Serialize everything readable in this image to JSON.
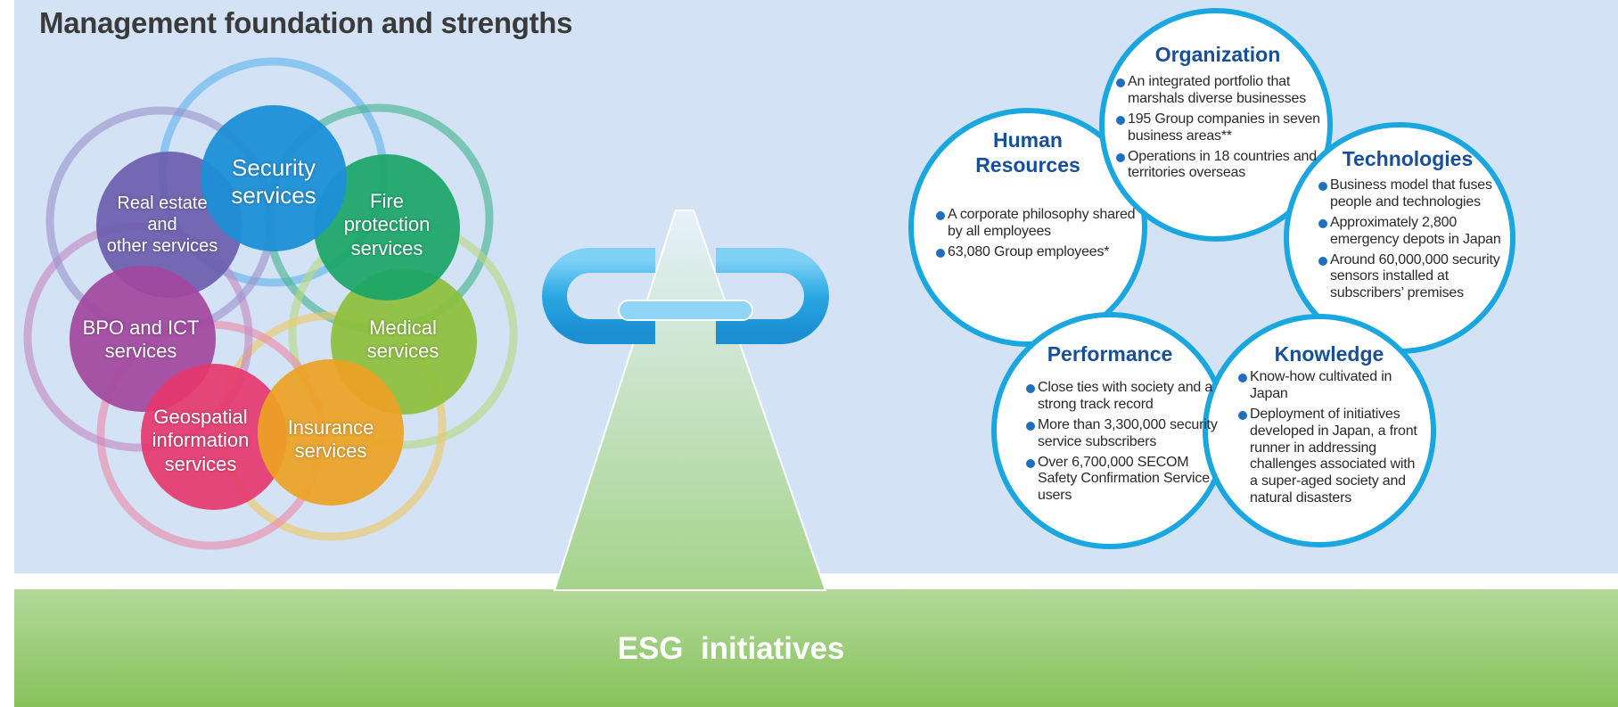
{
  "title": "Management foundation and strengths",
  "esg_label": "ESG  initiatives",
  "colors": {
    "panel_bg": "#d3e2f4",
    "pillar_border": "#1aa7e0",
    "pillar_title": "#164f9b",
    "bullet": "#1f6fbf",
    "esg_band": "#86c25a"
  },
  "services": [
    {
      "id": "security",
      "label": "Security\nservices",
      "color": "#1c8fd6"
    },
    {
      "id": "fire-protection",
      "label": "Fire\nprotection\nservices",
      "color": "#1aa567"
    },
    {
      "id": "medical",
      "label": "Medical\nservices",
      "color": "#8cbf3a"
    },
    {
      "id": "insurance",
      "label": "Insurance\nservices",
      "color": "#eda223"
    },
    {
      "id": "geospatial",
      "label": "Geospatial\ninformation\nservices",
      "color": "#e6386e"
    },
    {
      "id": "bpo-ict",
      "label": "BPO and ICT\nservices",
      "color": "#a2479e"
    },
    {
      "id": "real-estate",
      "label": "Real estate\nand\nother services",
      "color": "#6b5cad"
    }
  ],
  "pillars": [
    {
      "id": "organization",
      "title": "Organization",
      "items": [
        "An integrated portfolio that marshals diverse businesses",
        "195 Group companies in seven business areas**",
        "Operations in 18 countries and territories overseas"
      ]
    },
    {
      "id": "human-resources",
      "title": "Human\nResources",
      "items": [
        "A corporate philosophy shared by all employees",
        "63,080 Group employees*"
      ]
    },
    {
      "id": "technologies",
      "title": "Technologies",
      "items": [
        "Business model that fuses people and technologies",
        "Approximately 2,800 emergency depots in Japan",
        "Around 60,000,000 security sensors installed at subscribers’ premises"
      ]
    },
    {
      "id": "performance",
      "title": "Performance",
      "items": [
        "Close ties with society and a strong track record",
        "More than 3,300,000 security service subscribers",
        "Over 6,700,000 SECOM Safety Confirmation Service users"
      ]
    },
    {
      "id": "knowledge",
      "title": "Knowledge",
      "items": [
        "Know-how cultivated in Japan",
        "Deployment of initiatives developed in Japan, a front runner in addressing challenges associated with a super-aged society and natural disasters"
      ]
    }
  ]
}
